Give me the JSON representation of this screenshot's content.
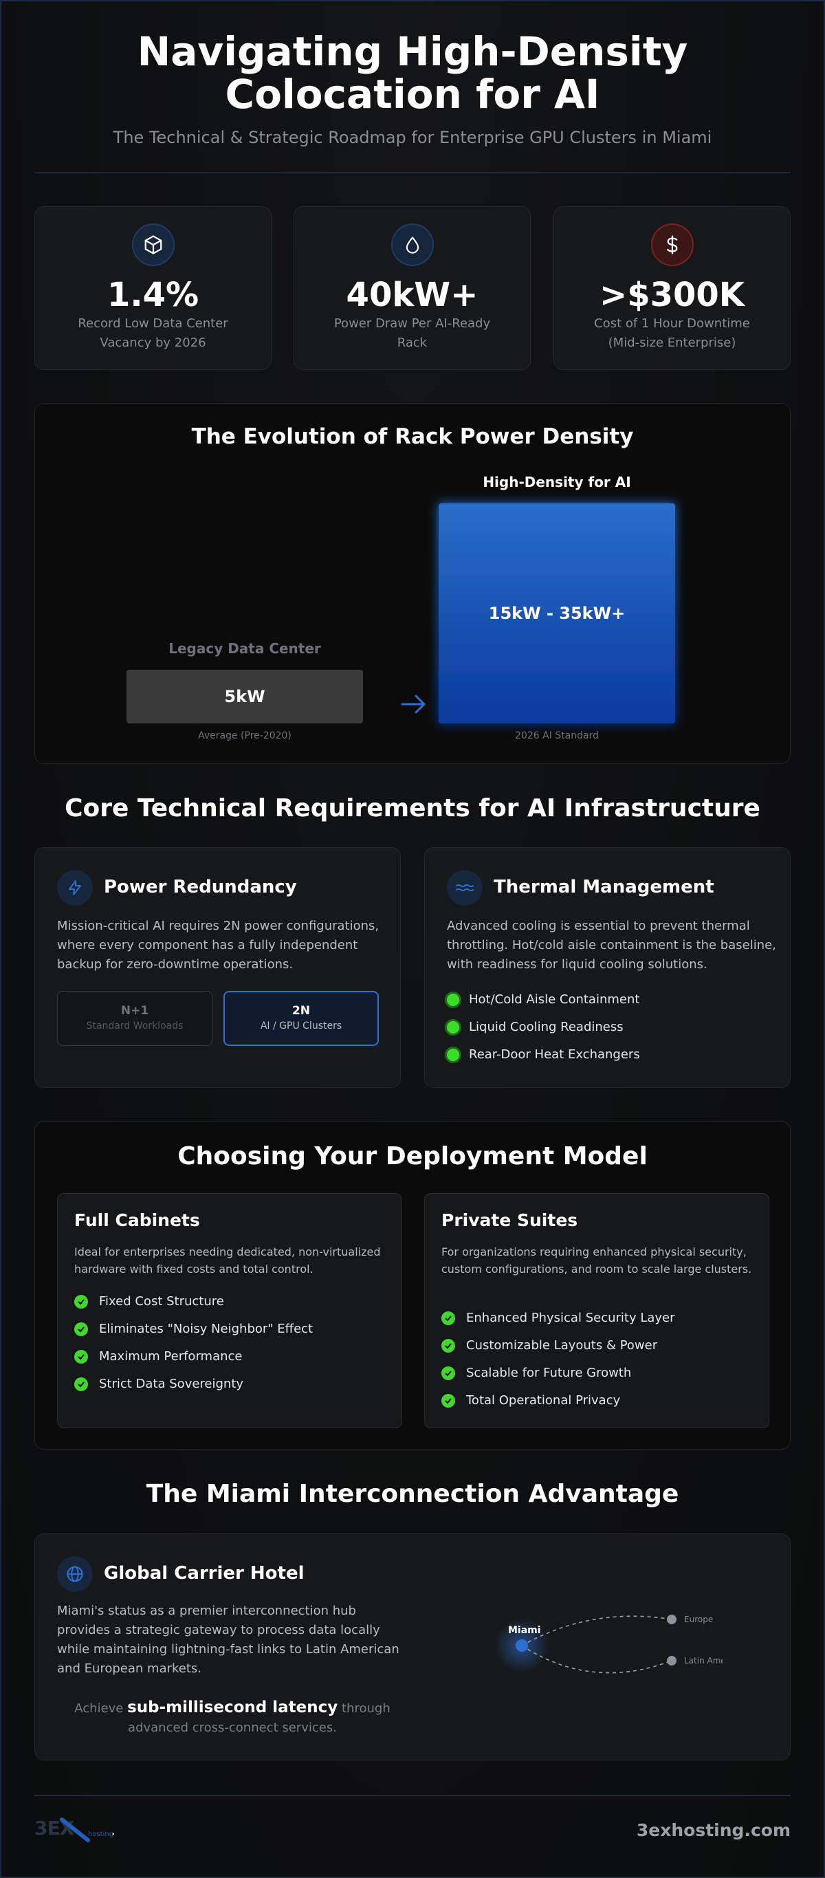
{
  "header": {
    "title_line1": "Navigating High-Density",
    "title_line2": "Colocation for AI",
    "subtitle": "The Technical & Strategic Roadmap for Enterprise GPU Clusters in Miami"
  },
  "stats": [
    {
      "icon": "cube-icon",
      "value": "1.4%",
      "label": "Record Low Data Center Vacancy by 2026"
    },
    {
      "icon": "droplet-icon",
      "value": "40kW+",
      "label": "Power Draw Per AI-Ready Rack"
    },
    {
      "icon": "dollar-icon",
      "value": ">$300K",
      "label": "Cost of 1 Hour Downtime (Mid-size Enterprise)"
    }
  ],
  "chart_data": {
    "type": "bar",
    "title": "The Evolution of Rack Power Density",
    "categories": [
      "Legacy Data Center",
      "High-Density for AI"
    ],
    "value_labels": [
      "5kW",
      "15kW - 35kW+"
    ],
    "captions": [
      "Average (Pre-2020)",
      "2026 AI Standard"
    ],
    "values": [
      5,
      25
    ],
    "unit": "kW",
    "colors": [
      "#3a3a3a",
      "#1f5fc0"
    ]
  },
  "core": {
    "title": "Core Technical Requirements for AI Infrastructure",
    "power": {
      "title": "Power Redundancy",
      "body": "Mission-critical AI requires 2N power configurations, where every component has a fully independent backup for zero-downtime operations.",
      "options": [
        {
          "name": "N+1",
          "desc": "Standard Workloads"
        },
        {
          "name": "2N",
          "desc": "AI / GPU Clusters"
        }
      ]
    },
    "thermal": {
      "title": "Thermal Management",
      "body": "Advanced cooling is essential to prevent thermal throttling. Hot/cold aisle containment is the baseline, with readiness for liquid cooling solutions.",
      "items": [
        "Hot/Cold Aisle Containment",
        "Liquid Cooling Readiness",
        "Rear-Door Heat Exchangers"
      ]
    }
  },
  "deployment": {
    "title": "Choosing Your Deployment Model",
    "cabinets": {
      "title": "Full Cabinets",
      "body": "Ideal for enterprises needing dedicated, non-virtualized hardware with fixed costs and total control.",
      "items": [
        "Fixed Cost Structure",
        "Eliminates \"Noisy Neighbor\" Effect",
        "Maximum Performance",
        "Strict Data Sovereignty"
      ]
    },
    "suites": {
      "title": "Private Suites",
      "body": "For organizations requiring enhanced physical security, custom configurations, and room to scale large clusters.",
      "items": [
        "Enhanced Physical Security Layer",
        "Customizable Layouts & Power",
        "Scalable for Future Growth",
        "Total Operational Privacy"
      ]
    }
  },
  "miami": {
    "title": "The Miami Interconnection Advantage",
    "card_title": "Global Carrier Hotel",
    "body": "Miami's status as a premier interconnection hub provides a strategic gateway to process data locally while maintaining lightning-fast links to Latin American and European markets.",
    "latency_prefix": "Achieve",
    "latency_highlight": "sub-millisecond latency",
    "latency_suffix": "through advanced cross-connect services.",
    "map": {
      "origin": "Miami",
      "dest1": "Europe",
      "dest2": "Latin America"
    }
  },
  "footer": {
    "logo_text": "3EX",
    "logo_sub": "hosting",
    "site": "3exhosting.com"
  },
  "colors": {
    "accent_blue": "#1f5fc0",
    "green": "#3ddc2b",
    "red": "#7a2222"
  }
}
